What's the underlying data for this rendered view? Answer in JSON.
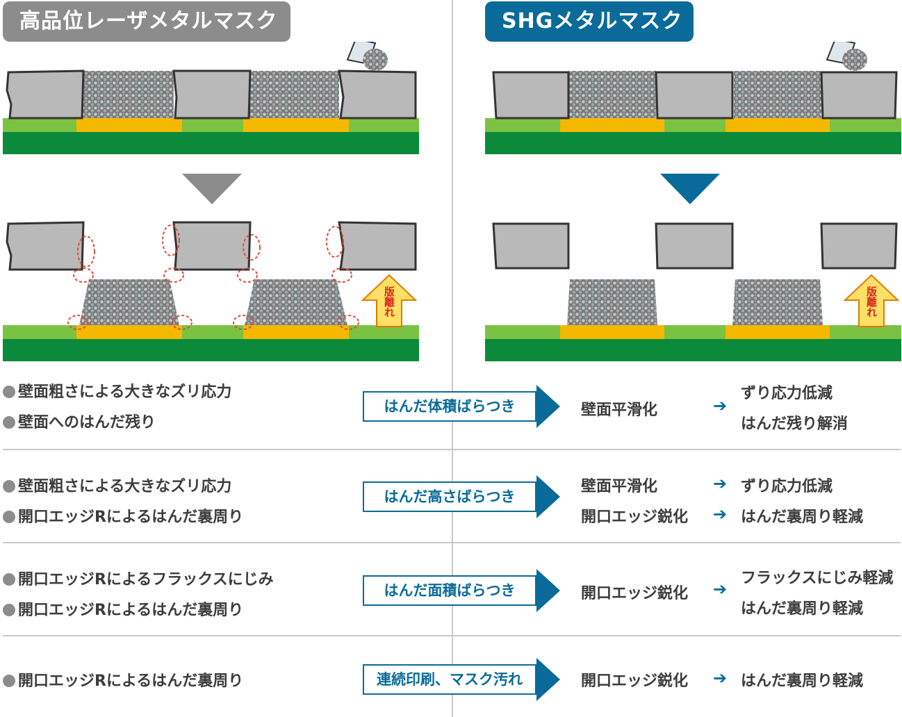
{
  "header": {
    "left_title": "高品位レーザメタルマスク",
    "right_title": "SHGメタルマスク"
  },
  "diagram": {
    "release_label": "版離れ"
  },
  "rows": [
    {
      "issues": [
        "壁面粗さによる大きなズリ応力",
        "壁面へのはんだ残り"
      ],
      "factor": "はんだ体積ばらつき",
      "solutions": [
        "壁面平滑化"
      ],
      "results": [
        "ずり応力低減",
        "はんだ残り解消"
      ]
    },
    {
      "issues": [
        "壁面粗さによる大きなズリ応力",
        "開口エッジRによるはんだ裏周り"
      ],
      "factor": "はんだ高さばらつき",
      "solutions": [
        "壁面平滑化",
        "開口エッジ鋭化"
      ],
      "results": [
        "ずり応力低減",
        "はんだ裏周り軽減"
      ]
    },
    {
      "issues": [
        "開口エッジRによるフラックスにじみ",
        "開口エッジRによるはんだ裏周り"
      ],
      "factor": "はんだ面積ばらつき",
      "solutions": [
        "開口エッジ鋭化"
      ],
      "results": [
        "フラックスにじみ軽減",
        "はんだ裏周り軽減"
      ]
    },
    {
      "issues": [
        "開口エッジRによるはんだ裏周り"
      ],
      "factor": "連続印刷、マスク汚れ",
      "solutions": [
        "開口エッジ鋭化"
      ],
      "results": [
        "はんだ裏周り軽減"
      ]
    }
  ],
  "colors": {
    "accent": "#0a6a9a",
    "gray_title": "#8c8c8c",
    "board": "#0a8a3a",
    "board_light": "#7cc242",
    "pad": "#f5b800",
    "mask": "#b9b9b9",
    "release_arrow": "#ffe066"
  }
}
